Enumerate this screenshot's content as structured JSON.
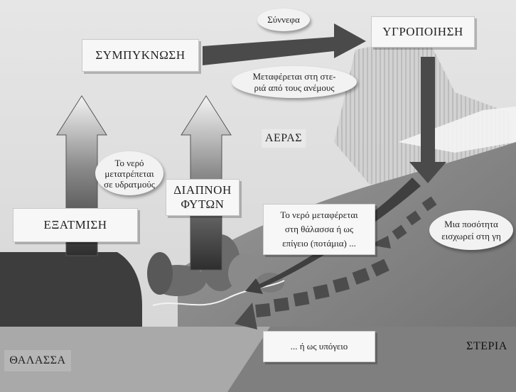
{
  "labels": {
    "condensation": "ΣΥΜΠΥΚΝΩΣΗ",
    "precipitation": "ΥΓΡΟΠΟΙΗΣΗ",
    "evaporation": "ΕΞΑΤΜΙΣΗ",
    "transpiration_line1": "ΔΙΑΠΝΟΗ",
    "transpiration_line2": "ΦΥΤΩΝ",
    "air": "ΑΕΡΑΣ",
    "land": "ΣΤΕΡΙΑ",
    "sea": "ΘΑΛΑΣΣΑ"
  },
  "notes": {
    "clouds": "Σύννεφα",
    "wind_line1": "Μεταφέρεται στη στε-",
    "wind_line2": "ριά από τους ανέμους",
    "vapor_line1": "Το νερό",
    "vapor_line2": "μετατρέπεται",
    "vapor_line3": "σε υδρατμούς",
    "runoff_line1": "Το νερό μεταφέρεται",
    "runoff_line2": "στη θάλασσα ή ως",
    "runoff_line3": "επίγειο (ποτάμια) ...",
    "infiltration_line1": "Μια ποσότητα",
    "infiltration_line2": "εισχωρεί στη γη",
    "groundwater": "... ή ως υπόγειο"
  }
}
